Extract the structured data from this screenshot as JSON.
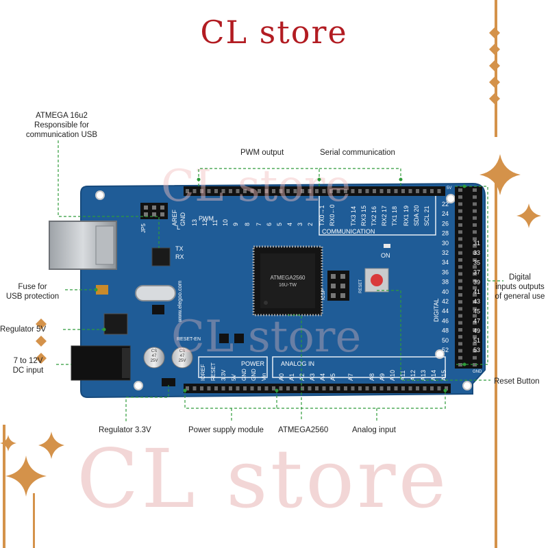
{
  "header": {
    "title": "CL store"
  },
  "watermark": {
    "text": "CL store"
  },
  "labels": {
    "atmega16u2_line1": "ATMEGA 16u2",
    "atmega16u2_line2": "Responsible for",
    "atmega16u2_line3": "communication USB",
    "pwm_output": "PWM output",
    "serial_communication": "Serial communication",
    "digital_line1": "Digital",
    "digital_line2": "inputs outputs",
    "digital_line3": "of general use",
    "fuse_line1": "Fuse for",
    "fuse_line2": "USB protection",
    "regulator_5v": "Regulator 5V",
    "dc_input_line1": "7 to 12V",
    "dc_input_line2": "DC input",
    "reset_button": "Reset Button",
    "regulator_33v": "Regulator 3.3V",
    "power_supply_module": "Power supply module",
    "atmega2560": "ATMEGA2560",
    "analog_input": "Analog input"
  },
  "board": {
    "color": "#1f5c97",
    "header_label_pwm": "PWM",
    "header_label_communication": "COMMUNICATION",
    "header_label_digital": "DIGITAL",
    "header_label_power": "POWER",
    "header_label_analog_in": "ANALOG IN",
    "top_pins": [
      "AREF",
      "GND",
      "13",
      "12",
      "11",
      "10",
      "9",
      "8",
      "7",
      "6",
      "5",
      "4",
      "3",
      "2",
      "TX0→1",
      "RX0←0",
      "TX3 14",
      "RX3 15",
      "TX2 16",
      "RX2 17",
      "TX1 18",
      "RX1 19",
      "SDA 20",
      "SCL 21"
    ],
    "right_pins_left": [
      "22",
      "24",
      "26",
      "28",
      "30",
      "32",
      "34",
      "36",
      "38",
      "40",
      "42",
      "44",
      "46",
      "48",
      "50",
      "52"
    ],
    "right_pins_right": [
      "31",
      "33",
      "35",
      "37",
      "39",
      "41",
      "43",
      "45",
      "47",
      "49",
      "51",
      "53"
    ],
    "power_pins": [
      "IOREF",
      "RESET",
      "3.3V",
      "5V",
      "GND",
      "GND",
      "Vin"
    ],
    "analog_pins": [
      "A0",
      "A1",
      "A2",
      "A3",
      "A4",
      "A5",
      "A7",
      "A8",
      "A9",
      "A10",
      "A11",
      "A12",
      "A13",
      "A14",
      "A15"
    ],
    "chip_marking": [
      "ATMEGA2560",
      "16U-TW"
    ],
    "silk_tx": "TX",
    "silk_rx": "RX",
    "silk_on": "ON",
    "silk_l": "L",
    "silk_reset": "RESET",
    "silk_reset_en": "RESET-EN",
    "silk_icsp": "ICSP",
    "silk_jp5": "JP5",
    "silk_url": "www.elegoo.com",
    "silk_5v": "5V",
    "silk_gnd": "GND",
    "cap_left": [
      "CS",
      "47",
      "25V"
    ],
    "cap_right": [
      "CS",
      "47",
      "25V"
    ]
  },
  "colors": {
    "title": "#b21c22",
    "sparkle": "#d4924a",
    "guide": "#2e9b3a",
    "board": "#1f5c97"
  }
}
